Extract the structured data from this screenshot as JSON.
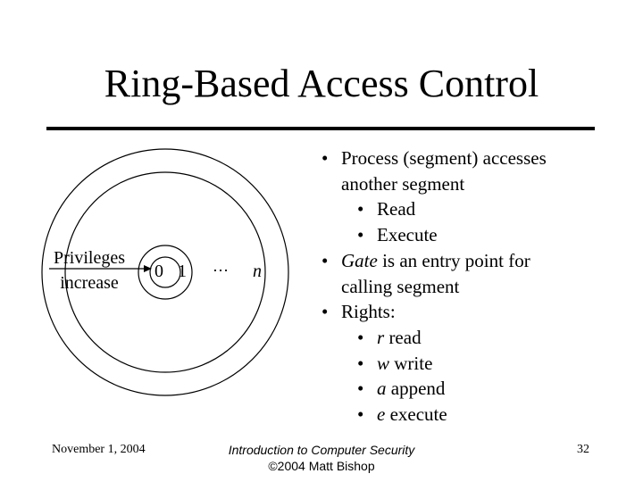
{
  "slide": {
    "title": "Ring-Based Access Control"
  },
  "diagram": {
    "privileges_line1": "Privileges",
    "privileges_line2": "increase",
    "ring_0": "0",
    "ring_1": "1",
    "ellipsis": "…",
    "ring_n": "n"
  },
  "bullets": {
    "b1_line1": "Process (segment) accesses",
    "b1_line2": "another segment",
    "b1_sub1": "Read",
    "b1_sub2": "Execute",
    "b2_term": "Gate",
    "b2_rest": " is an entry point for",
    "b2_line2": "calling segment",
    "b3": "Rights:",
    "r_letter": "r",
    "r_word": " read",
    "w_letter": "w",
    "w_word": " write",
    "a_letter": "a",
    "a_word": " append",
    "e_letter": "e",
    "e_word": " execute"
  },
  "footer": {
    "date": "November 1, 2004",
    "course": "Introduction to Computer Security",
    "copyright": "©2004 Matt Bishop",
    "page": "32"
  }
}
